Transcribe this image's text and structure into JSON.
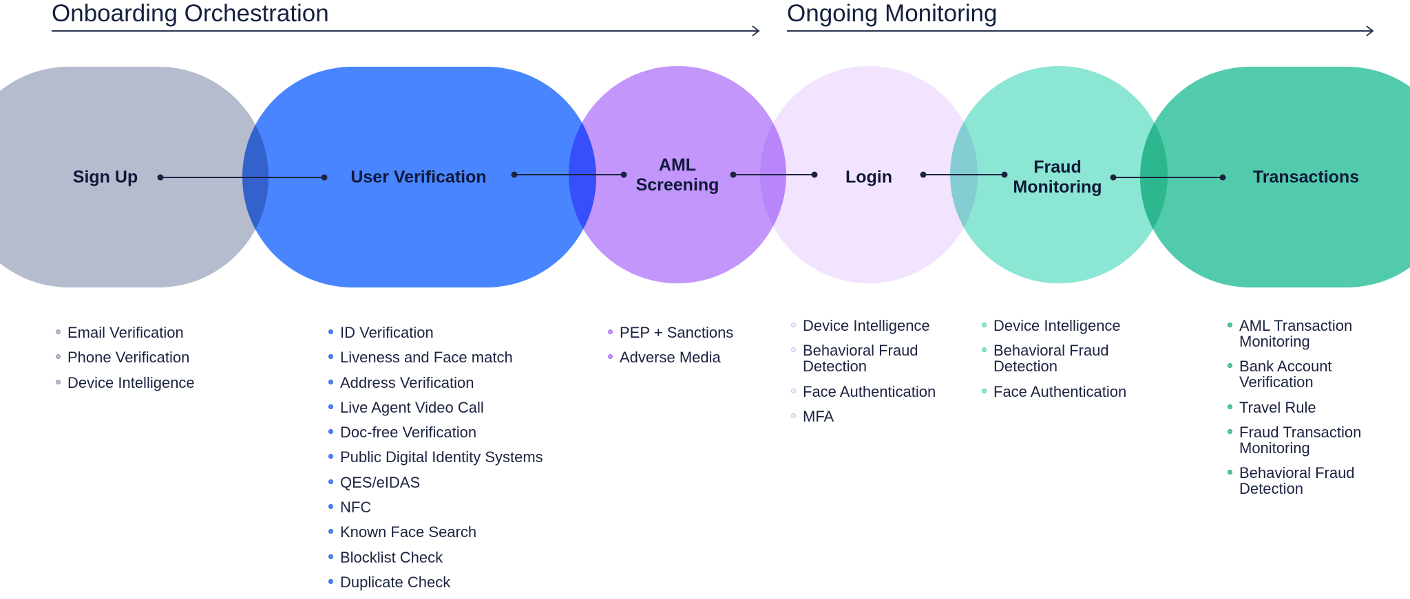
{
  "phases": [
    {
      "title": "Onboarding Orchestration"
    },
    {
      "title": "Ongoing Monitoring"
    }
  ],
  "stages": [
    {
      "label": "Sign Up",
      "color": "#b5bccd",
      "bullet": "#9199ac",
      "items": [
        "Email Verification",
        "Phone Verification",
        "Device Intelligence"
      ]
    },
    {
      "label": "User Verification",
      "color": "#4885ff",
      "bullet": "#2f63d8",
      "items": [
        "ID Verification",
        "Liveness and Face match",
        "Address Verification",
        "Live Agent Video Call",
        "Doc-free Verification",
        "Public Digital Identity Systems",
        "QES/eIDAS",
        "NFC",
        "Known Face Search",
        "Blocklist Check",
        "Duplicate Check"
      ]
    },
    {
      "label": "AML\nScreening",
      "color": "#c296fb",
      "bullet": "#a96ee8",
      "items": [
        "PEP + Sanctions",
        "Adverse Media"
      ]
    },
    {
      "label": "Login",
      "color": "#f2e4fe",
      "bullet": "#d6b5f2",
      "items": [
        "Device Intelligence",
        "Behavioral Fraud\nDetection",
        "Face Authentication",
        "MFA"
      ]
    },
    {
      "label": "Fraud\nMonitoring",
      "color": "#8be6d3",
      "bullet": "#55d2b5",
      "items": [
        "Device Intelligence",
        "Behavioral Fraud\nDetection",
        "Face Authentication"
      ]
    },
    {
      "label": "Transactions",
      "color": "#52cbad",
      "bullet": "#2ea386",
      "items": [
        "AML Transaction\nMonitoring",
        "Bank Account\nVerification",
        "Travel Rule",
        "Fraud Transaction\nMonitoring",
        "Behavioral Fraud\nDetection"
      ]
    }
  ]
}
